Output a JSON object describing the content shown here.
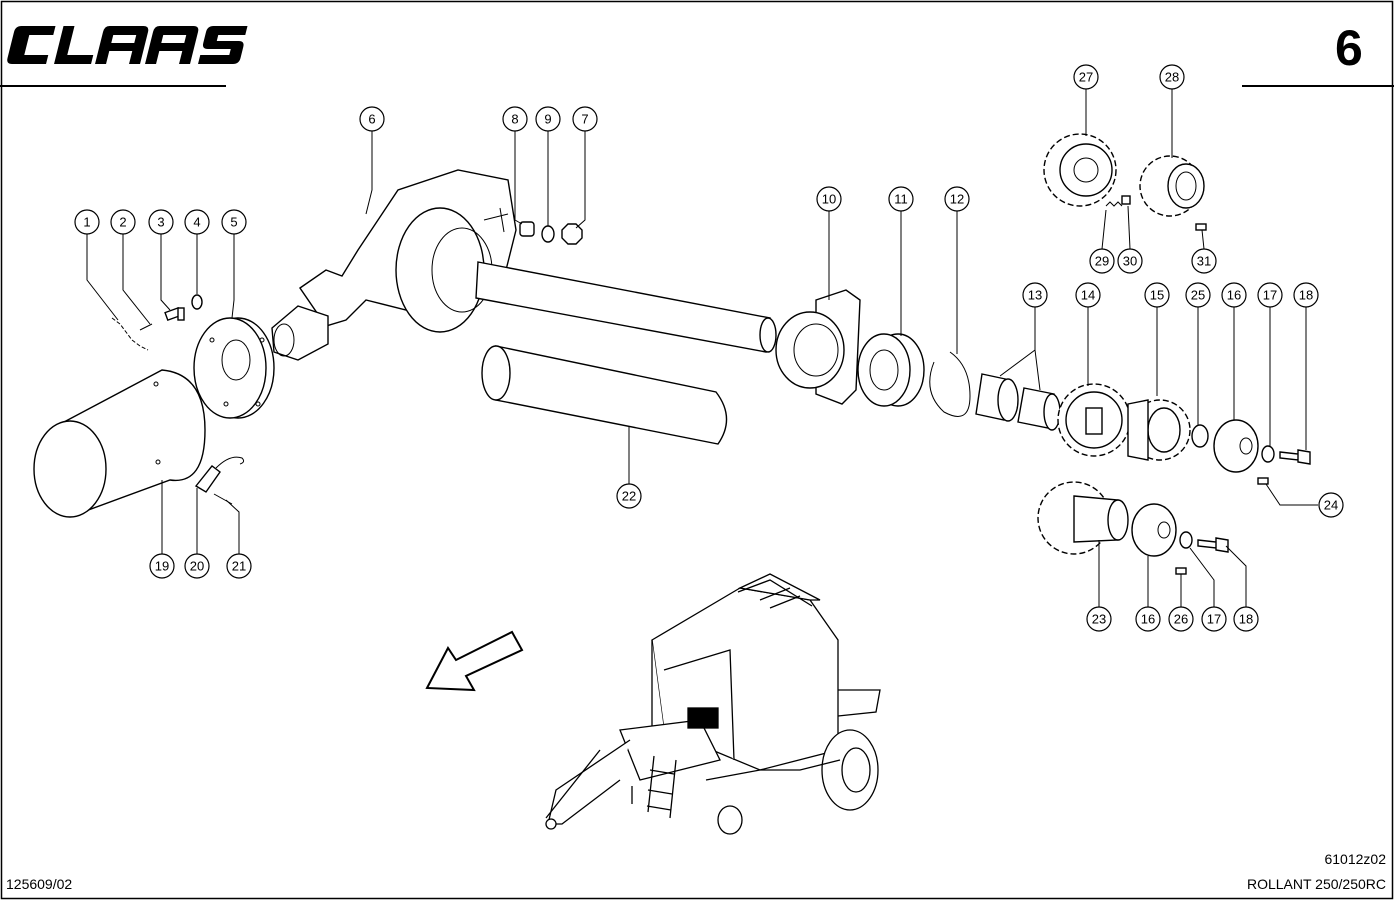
{
  "header": {
    "brand": "CLAAS",
    "page_number": "6"
  },
  "footer": {
    "drawing_code": "61012z02",
    "doc_number": "125609/02",
    "model": "ROLLANT 250/250RC"
  },
  "callouts": [
    "1",
    "2",
    "3",
    "4",
    "5",
    "6",
    "7",
    "8",
    "9",
    "10",
    "11",
    "12",
    "13",
    "14",
    "15",
    "16",
    "16",
    "17",
    "17",
    "18",
    "18",
    "19",
    "20",
    "21",
    "22",
    "23",
    "24",
    "25",
    "26",
    "27",
    "28",
    "29",
    "30",
    "31"
  ],
  "icons": {
    "brand_logo": "claas-logo",
    "direction_arrow": "travel-direction-arrow",
    "machine": "round-baler-illustration"
  }
}
